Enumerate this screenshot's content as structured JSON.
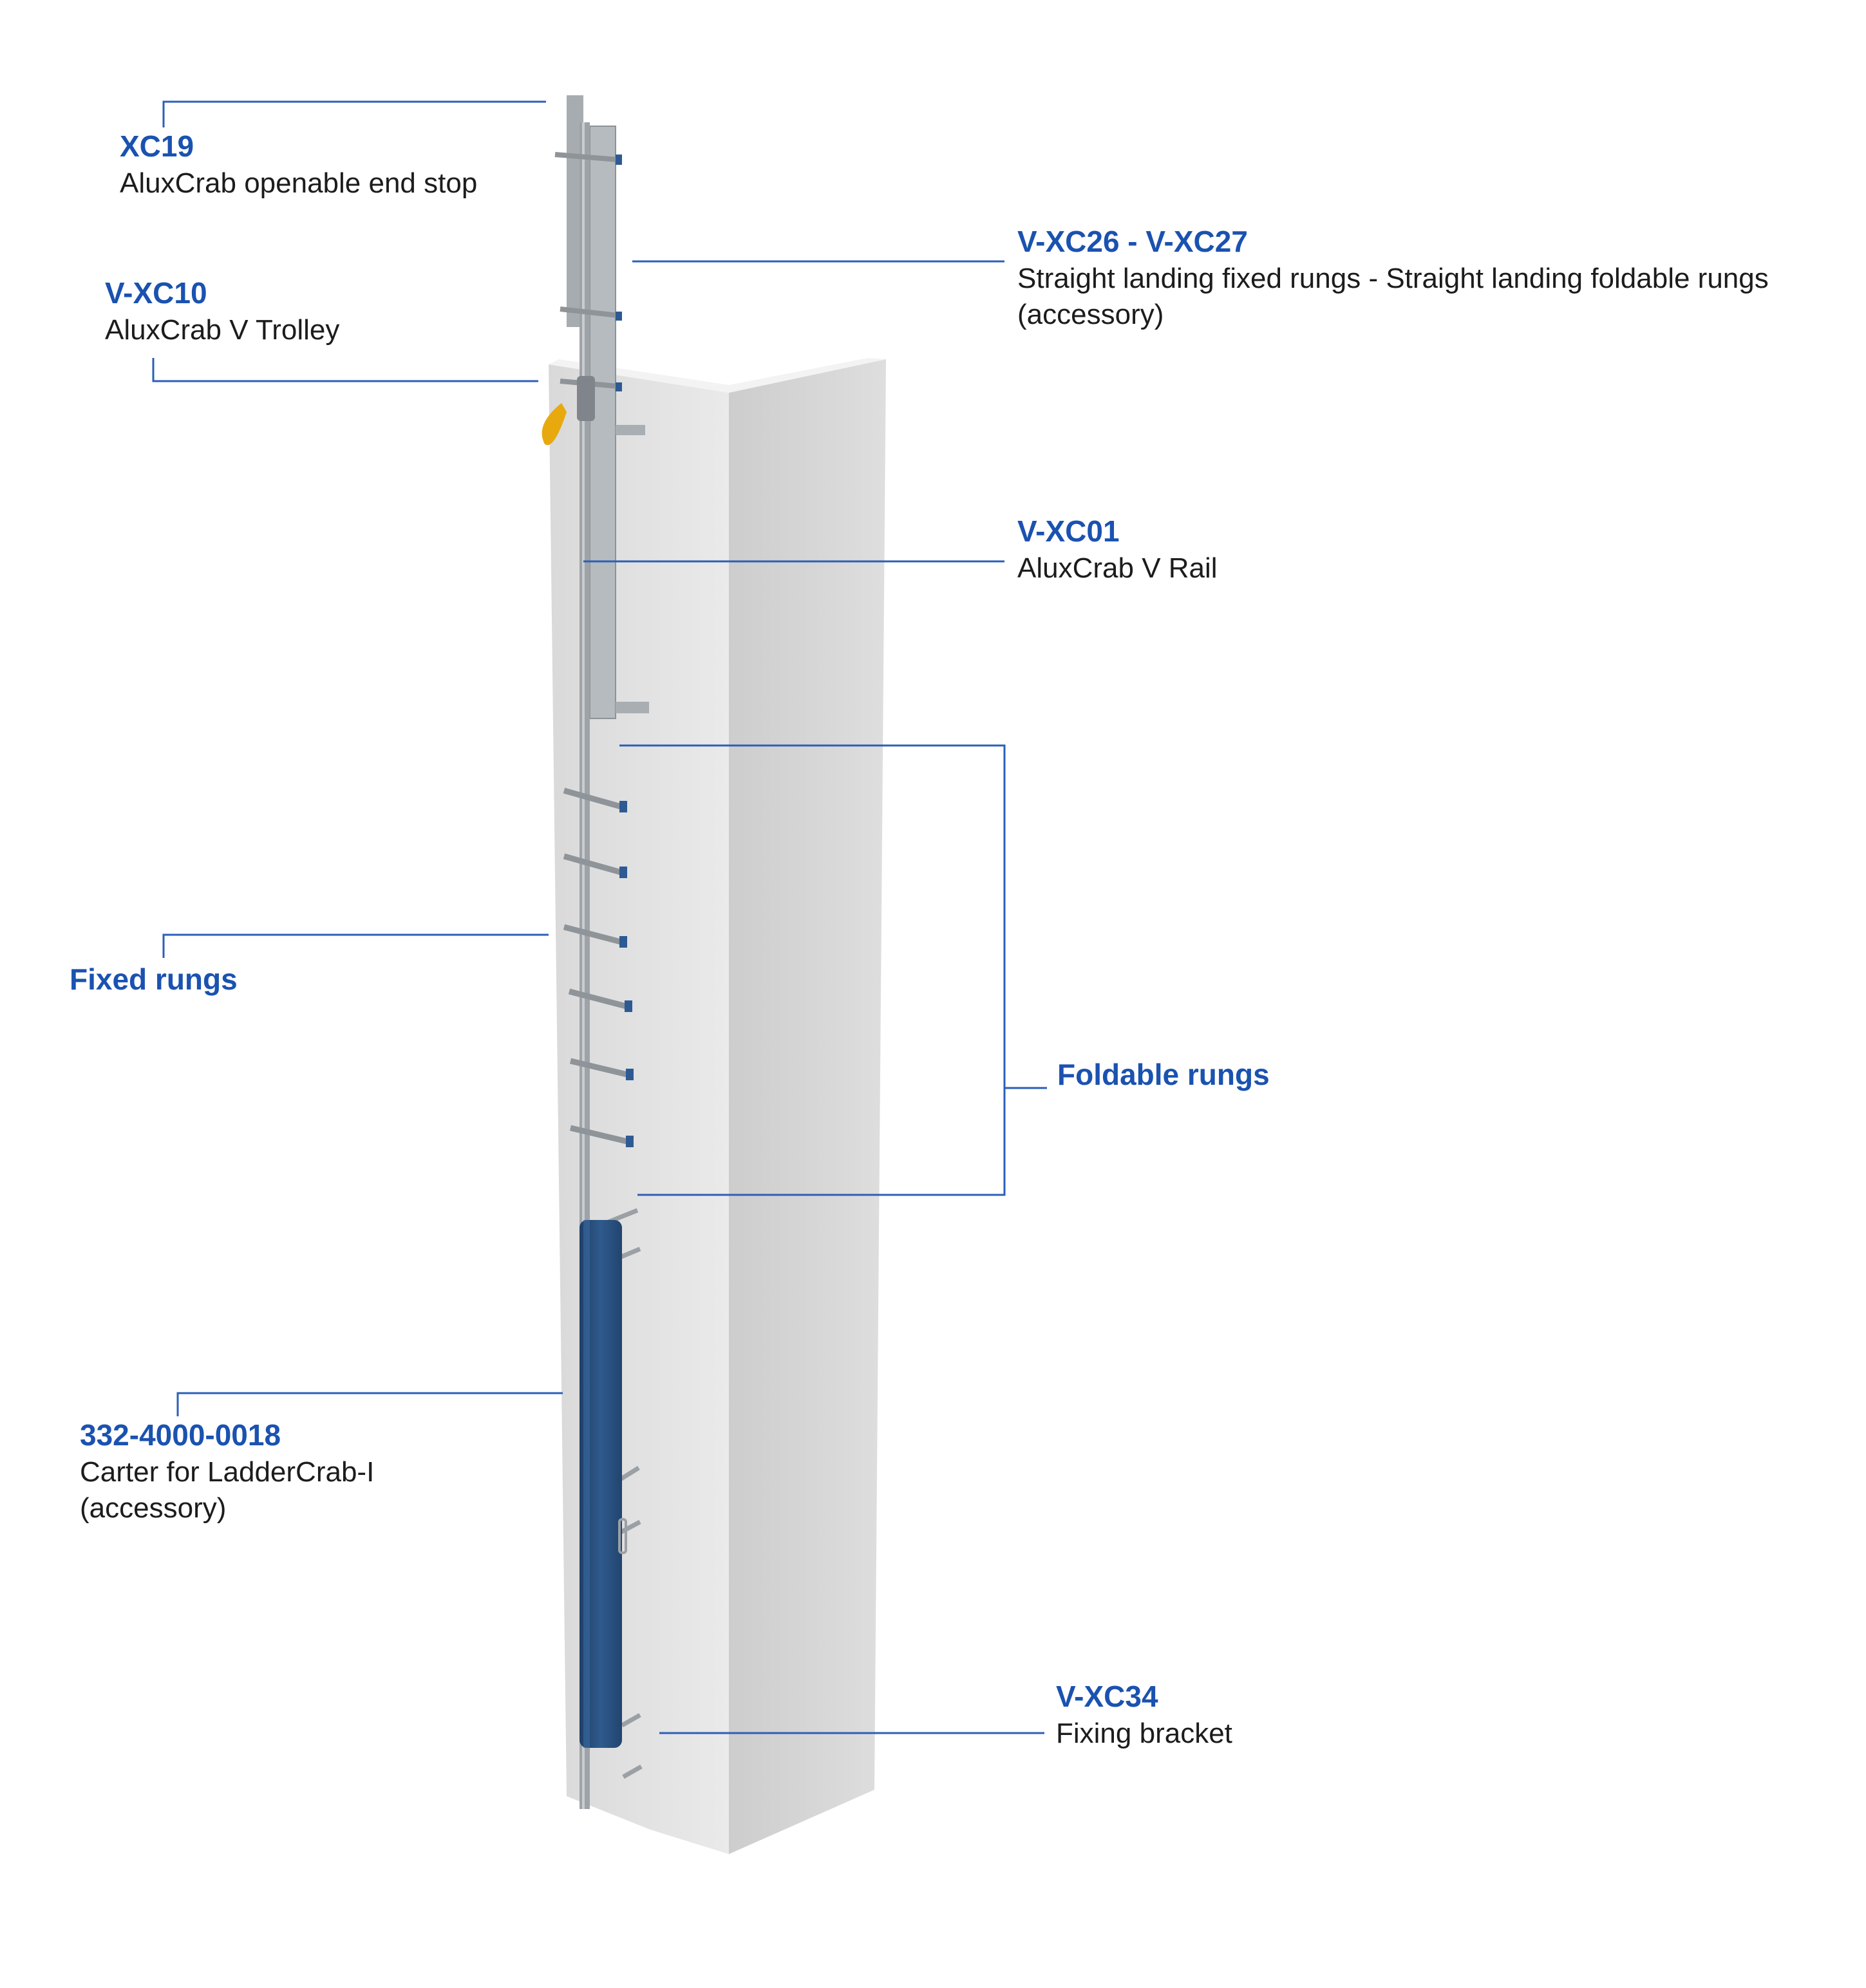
{
  "colors": {
    "label_blue": "#1a52b0",
    "leader_blue": "#2b5fb8",
    "text_dark": "#1c1c1c",
    "pillar_front": "#e3e3e3",
    "pillar_side": "#cfcfcf",
    "rail_grey": "#9ea3a8",
    "carter_blue": "#2b4f7c"
  },
  "callouts": {
    "xc19": {
      "code": "XC19",
      "description": "AluxCrab openable end stop"
    },
    "vxc10": {
      "code": "V-XC10",
      "description": "AluxCrab V Trolley"
    },
    "vxc26": {
      "code": "V-XC26 - V-XC27",
      "description_line1": "Straight landing fixed rungs - Straight landing foldable rungs",
      "description_line2": "(accessory)"
    },
    "vxc01": {
      "code": "V-XC01",
      "description": "AluxCrab V Rail"
    },
    "fixed_rungs": {
      "code": "Fixed rungs"
    },
    "foldable_rungs": {
      "code": "Foldable rungs"
    },
    "carter": {
      "code": "332-4000-0018",
      "description_line1": "Carter for LadderCrab-I",
      "description_line2": "(accessory)"
    },
    "vxc34": {
      "code": "V-XC34",
      "description": "Fixing bracket"
    }
  }
}
